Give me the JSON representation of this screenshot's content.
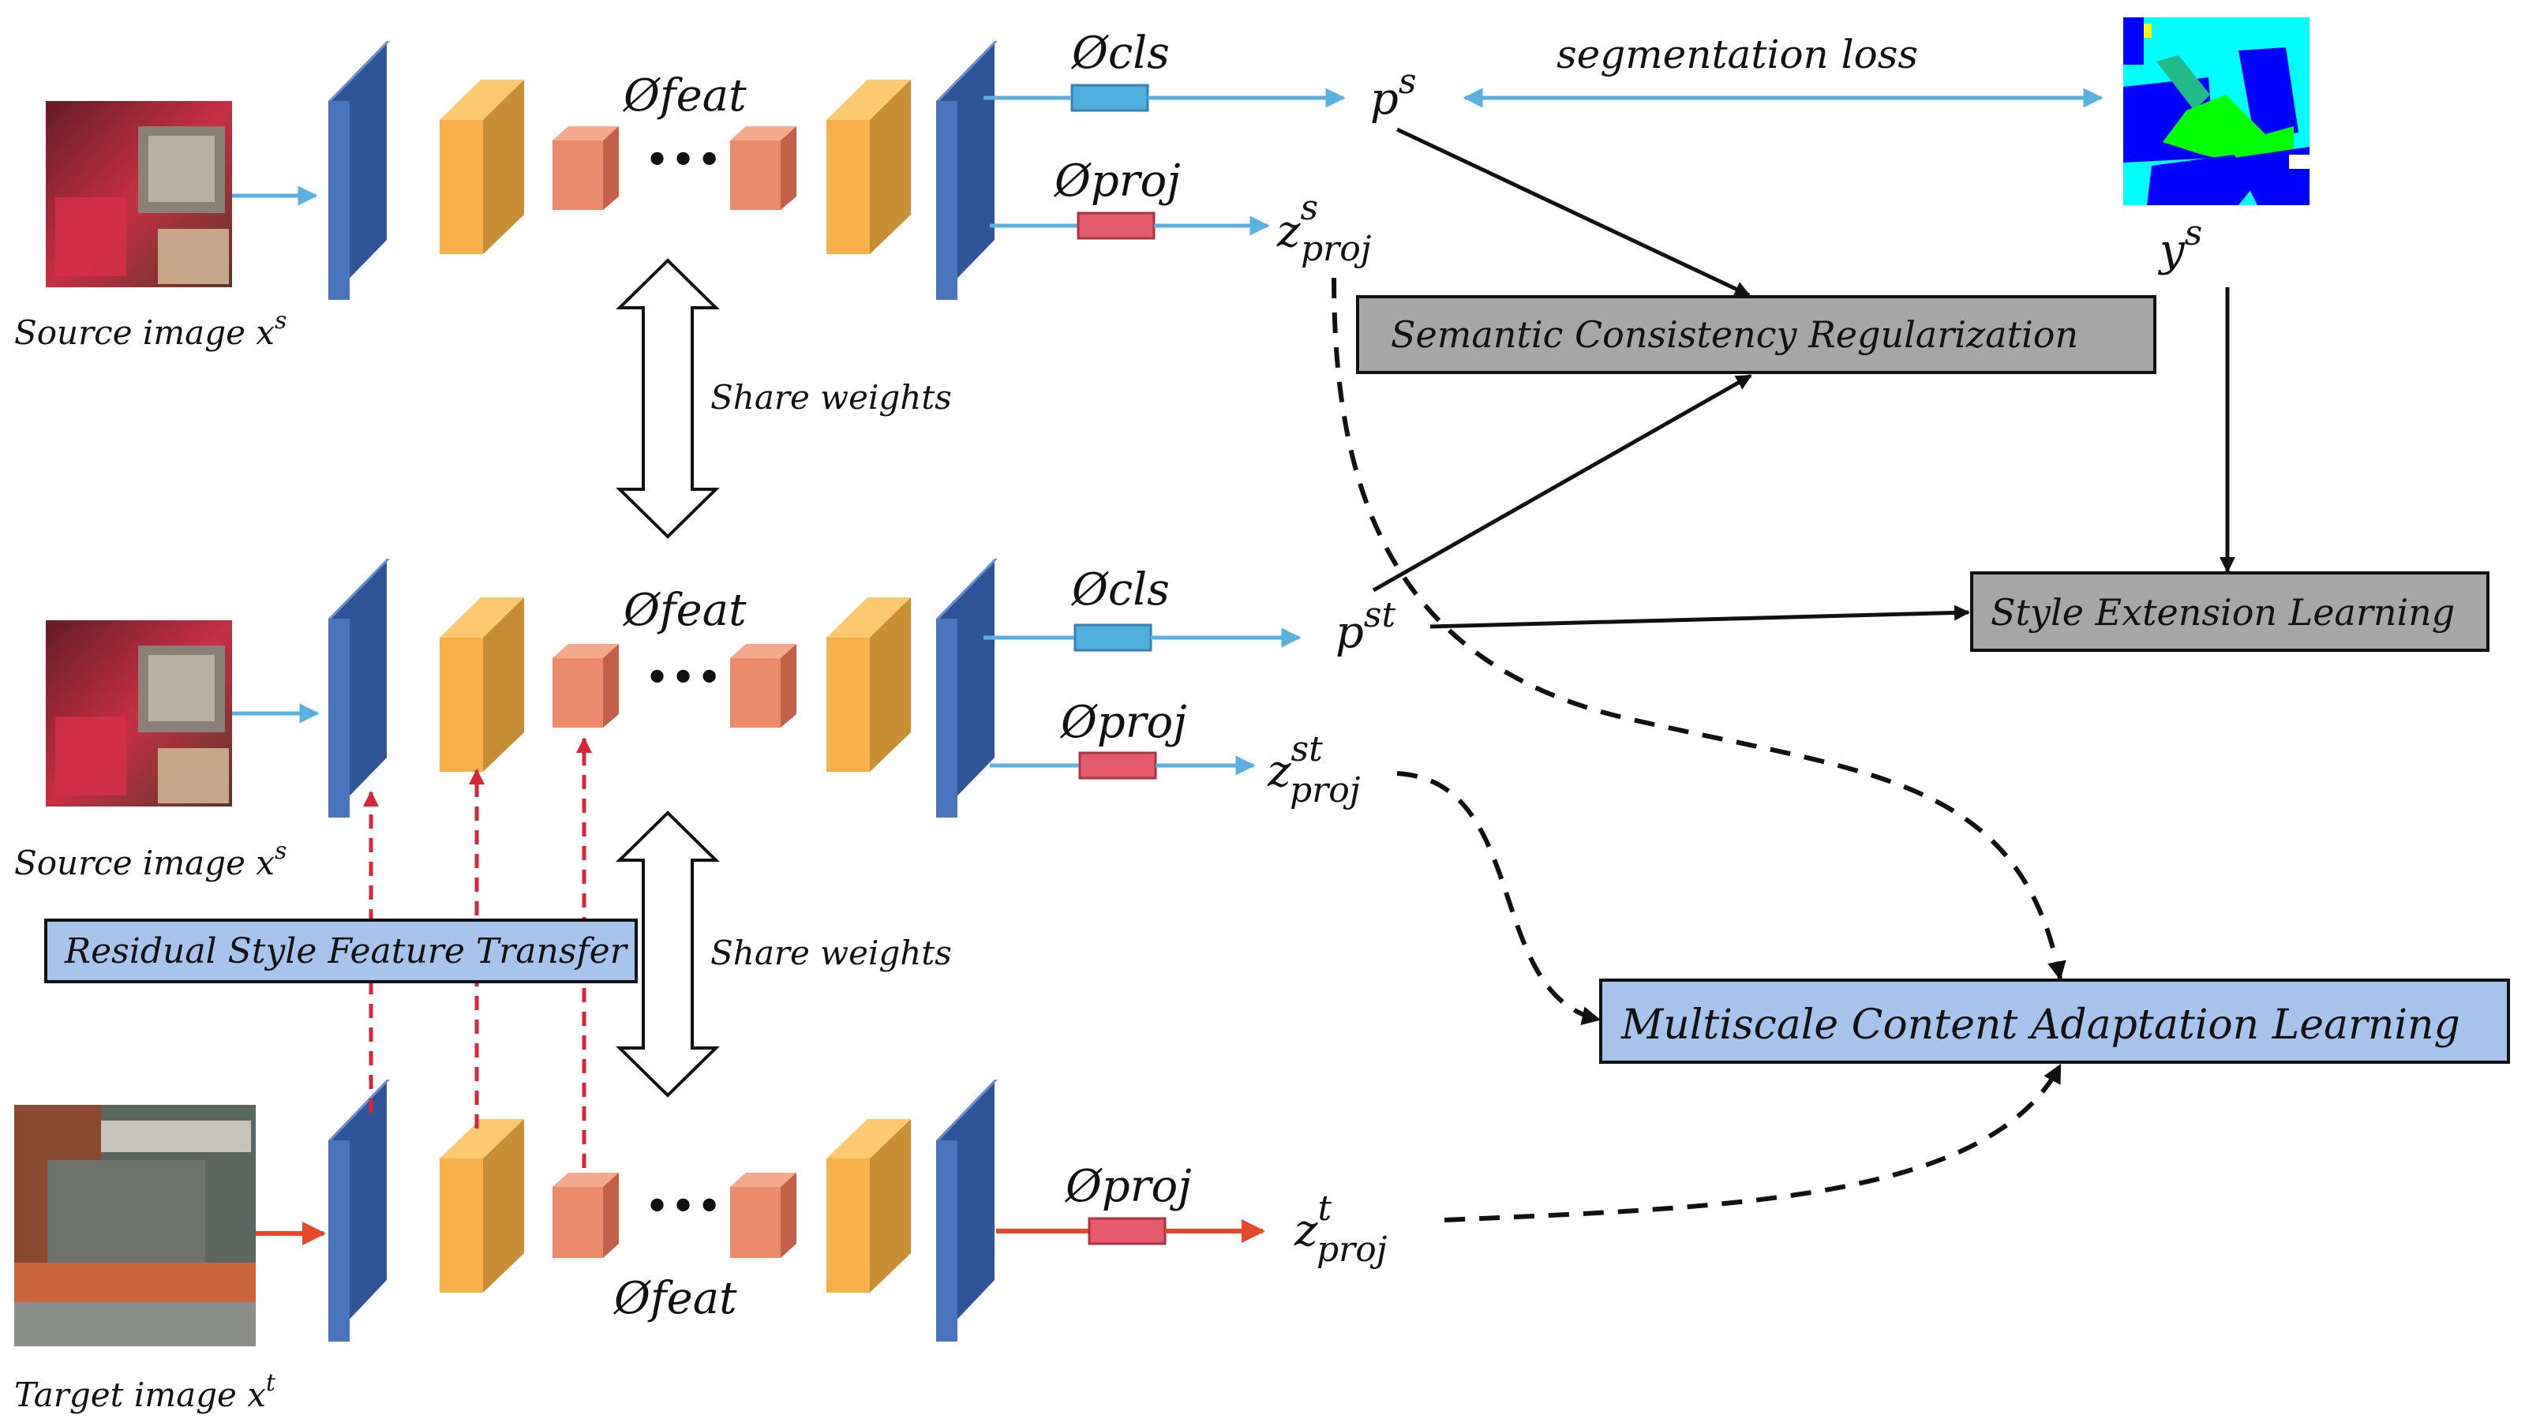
{
  "inputs": {
    "source_top": "Source image x",
    "source_mid": "Source image x",
    "target": "Target image x",
    "sup_s": "s",
    "sup_t": "t"
  },
  "modules": {
    "feat": "Øfeat",
    "cls": "Øcls",
    "proj": "Øproj",
    "ellipsis": "•••"
  },
  "share_weights": "Share weights",
  "outputs": {
    "p": "p",
    "z": "z",
    "y": "y",
    "sup_s": "s",
    "sup_st": "st",
    "sup_t": "t",
    "sub_proj": "proj"
  },
  "segmentation_loss": "segmentation loss",
  "boxes": {
    "scr": "Semantic Consistency Regularization",
    "sel": "Style Extension Learning",
    "rsft": "Residual Style Feature Transfer",
    "mcal": "Multiscale Content Adaptation Learning"
  },
  "colors": {
    "blue_layer": "#4a74bb",
    "orange_layer": "#f8b04a",
    "salmon_layer": "#ec8a6c",
    "cls_head": "#4fb0e0",
    "proj_head": "#e55a6c",
    "blue_arrow": "#5ab0e0",
    "red_arrow": "#e8482a",
    "red_dashed": "#d8253a",
    "gray_box": "#a6a6a6",
    "blue_box": "#a9c4ec"
  }
}
